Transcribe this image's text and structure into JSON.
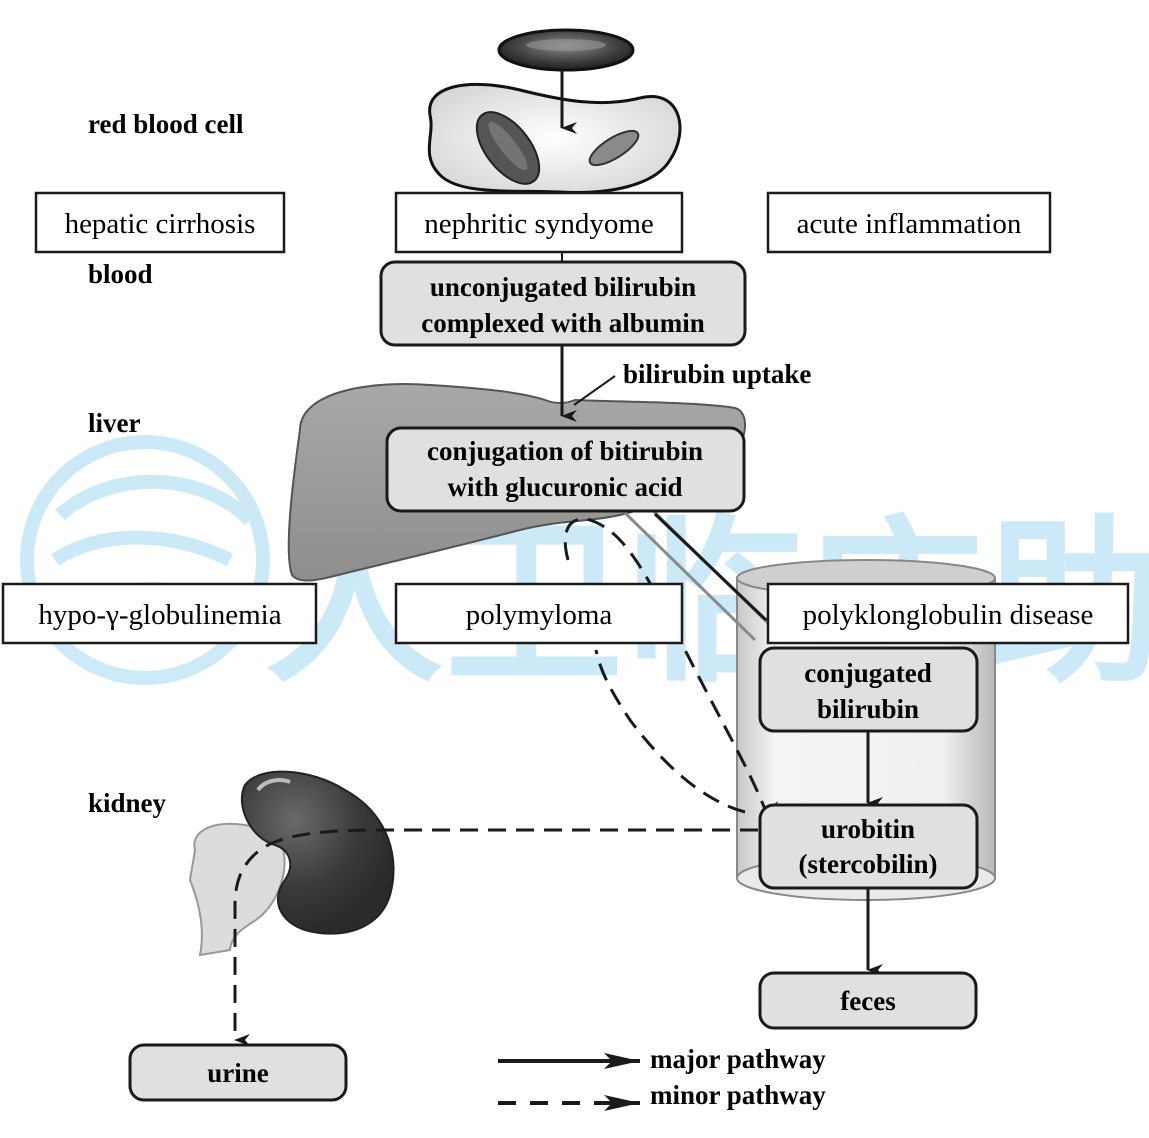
{
  "watermark": {
    "text": "人卫临床助手",
    "color": "#8fd0ee"
  },
  "row_labels": {
    "red_blood_cell": "red blood cell",
    "blood": "blood",
    "liver": "liver",
    "kidney": "kidney"
  },
  "disease_boxes": {
    "hepatic_cirrhosis": "hepatic cirrhosis",
    "nephritic_syndrome": "nephritic syndyome",
    "acute_inflammation": "acute inflammation",
    "hypo_globulinemia": "hypo-γ-globulinemia",
    "polymyloma": "polymyloma",
    "polyklonglobulin": "polyklonglobulin disease"
  },
  "process_boxes": {
    "unconjugated": [
      "unconjugated bilirubin",
      "complexed with albumin"
    ],
    "conjugation": [
      "conjugation of bitirubin",
      "with glucuronic acid"
    ],
    "conjugated": [
      "conjugated",
      "bilirubin"
    ],
    "urobitin": [
      "urobitin",
      "(stercobilin)"
    ],
    "feces": "feces",
    "urine": "urine"
  },
  "annotations": {
    "bilirubin_uptake": "bilirubin uptake"
  },
  "legend": {
    "major": "major pathway",
    "minor": "minor pathway"
  },
  "colors": {
    "box_fill": "#e0e0e0",
    "stroke": "#1a1a1a",
    "liver": "#9a9a9a",
    "kidney": "#3a3a3a",
    "intestine": "#ececec"
  }
}
